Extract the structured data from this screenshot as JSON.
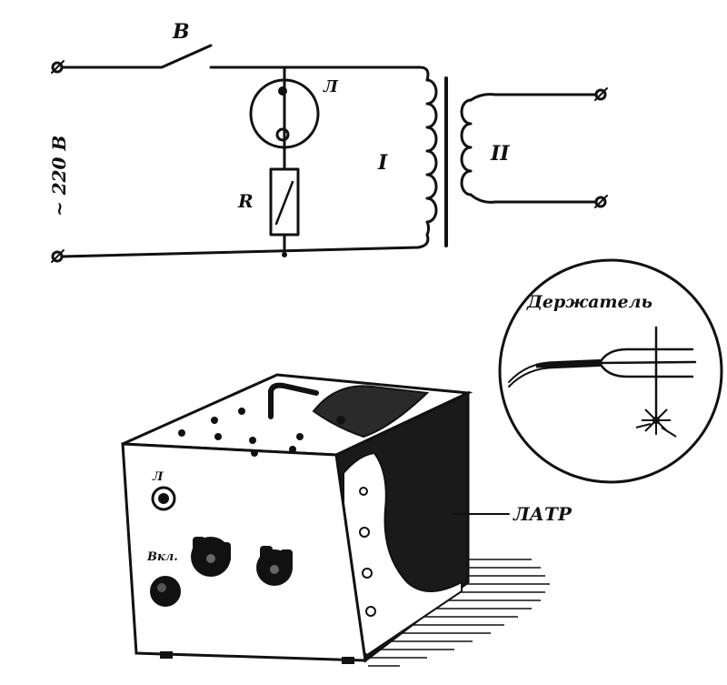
{
  "schematic": {
    "switch_label": "В",
    "supply_label": "~ 220 В",
    "lamp_label": "Л",
    "resistor_label": "R",
    "primary_label": "I",
    "secondary_label": "II"
  },
  "device": {
    "lamp_label": "Л",
    "switch_label": "Вкл.",
    "autotransformer_label": "ЛАТР"
  },
  "inset": {
    "title": "Держатель"
  }
}
